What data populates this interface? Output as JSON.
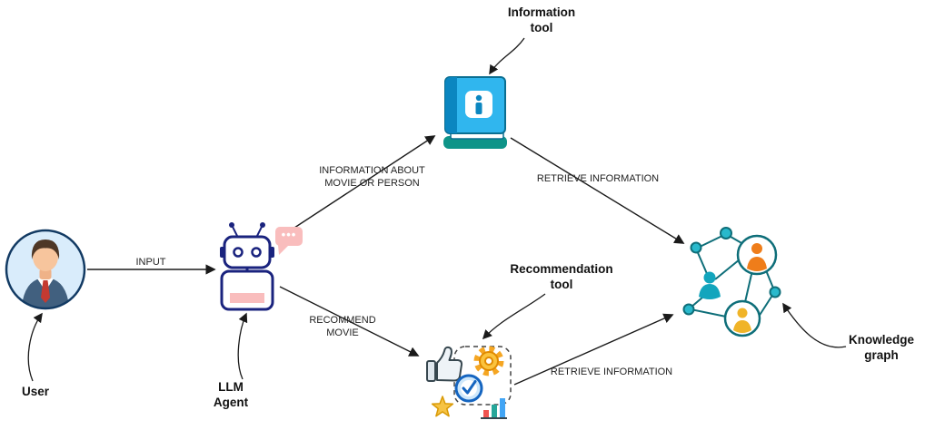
{
  "nodes": {
    "user": {
      "label": "User"
    },
    "llm_agent": {
      "label": "LLM\nAgent"
    },
    "information_tool": {
      "label": "Information\ntool"
    },
    "recommendation_tool": {
      "label": "Recommendation\ntool"
    },
    "knowledge_graph": {
      "label": "Knowledge\ngraph"
    }
  },
  "edges": {
    "input": {
      "label": "INPUT"
    },
    "information_about": {
      "label": "INFORMATION ABOUT\nMOVIE OR PERSON"
    },
    "retrieve_information_top": {
      "label": "RETRIEVE INFORMATION"
    },
    "recommend_movie": {
      "label": "RECOMMEND\nMOVIE"
    },
    "retrieve_information_bottom": {
      "label": "RETRIEVE INFORMATION"
    }
  },
  "speech_bubble": {
    "dots": "•••"
  },
  "colors": {
    "background": "#ffffff",
    "arrow": "#1a1a1a",
    "robot_outline": "#1a237e",
    "speech_bubble_pink": "#f9bdbd",
    "book_blue": "#30b6ee",
    "book_spine_blue": "#0b86c0",
    "book_base_teal": "#0e9488",
    "graph_teal": "#0e6e79",
    "graph_node_fill": "#29b9cc",
    "gear_yellow": "#f5a623",
    "star_yellow": "#f6c344",
    "check_blue": "#1565c0",
    "avatar_background": "#d9ecfb",
    "suit_blue": "#41607f",
    "tie_red": "#c43a31",
    "person_orange": "#ef7d1a",
    "person_teal": "#12a5bd",
    "person_yellow": "#f0b428"
  }
}
